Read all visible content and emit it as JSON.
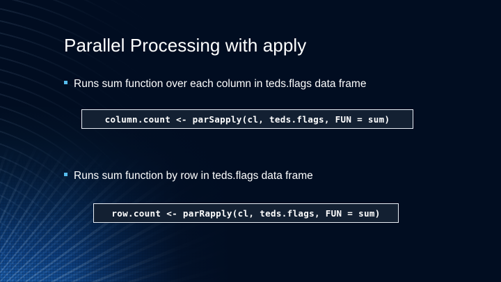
{
  "slide": {
    "title": "Parallel Processing with apply",
    "background": {
      "base_color": "#010d21",
      "accent_color": "#2f7fd0",
      "ray_highlight": "#e8f4ff"
    },
    "bullets": [
      {
        "marker": "square-bullet",
        "marker_color": "#56bdee",
        "text": "Runs sum function over each column in teds.flags data frame"
      },
      {
        "marker": "square-bullet",
        "marker_color": "#56bdee",
        "text": "Runs sum function by row in teds.flags data frame"
      }
    ],
    "code_blocks": [
      {
        "code": "column.count <- parSapply(cl, teds.flags, FUN = sum)",
        "fill": "#132032",
        "border": "#e9eef5"
      },
      {
        "code": "row.count <- parRapply(cl, teds.flags, FUN = sum)",
        "fill": "#132032",
        "border": "#e9eef5"
      }
    ]
  }
}
